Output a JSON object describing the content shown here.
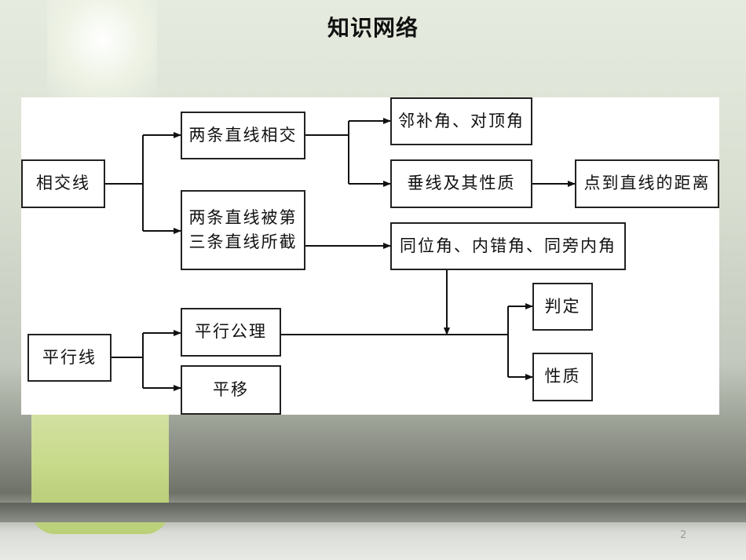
{
  "slide": {
    "title": "知识网络",
    "page_number": "2"
  },
  "nodes": {
    "intersecting_lines": "相交线",
    "two_lines_intersect": "两条直线相交",
    "adjacent_vertical_angles": "邻补角、对顶角",
    "perpendicular_properties": "垂线及其性质",
    "point_line_distance": "点到直线的距离",
    "cut_line1": "两条直线被第",
    "cut_line2": "三条直线所截",
    "angle_types": "同位角、内错角、同旁内角",
    "parallel_lines": "平行线",
    "parallel_axiom": "平行公理",
    "translation": "平移",
    "criteria": "判定",
    "properties": "性质"
  }
}
